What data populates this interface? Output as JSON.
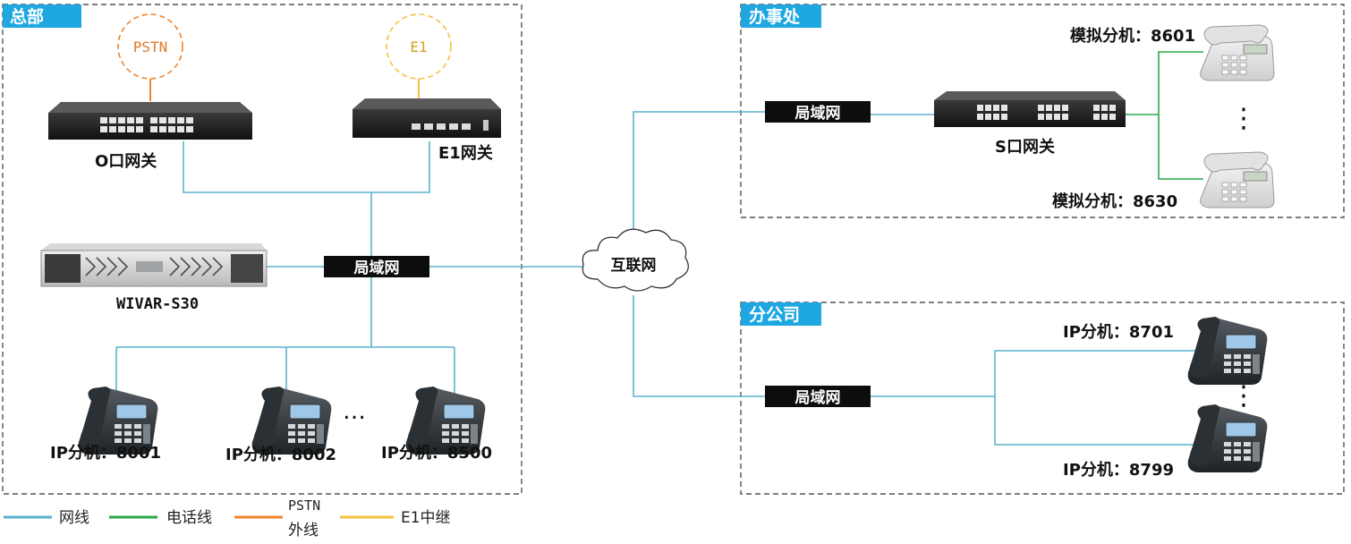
{
  "regions": {
    "hq": {
      "label": "总部"
    },
    "office": {
      "label": "办事处"
    },
    "branch": {
      "label": "分公司"
    }
  },
  "hq": {
    "pstn_circle": "PSTN",
    "e1_circle": "E1",
    "o_gateway": "O口网关",
    "e1_gateway": "E1网关",
    "server": "WIVAR-S30",
    "lan": "局域网",
    "ellipsis": "…",
    "phones": [
      "IP分机：8001",
      "IP分机：8002",
      "IP分机：8500"
    ]
  },
  "internet": {
    "label": "互联网"
  },
  "office": {
    "lan": "局域网",
    "gateway": "S口网关",
    "ellipsis": "⋮",
    "phones": [
      "模拟分机：8601",
      "模拟分机：8630"
    ]
  },
  "branch": {
    "lan": "局域网",
    "ellipsis": "⋮",
    "phones": [
      "IP分机：8701",
      "IP分机：8799"
    ]
  },
  "legend": {
    "network": "网线",
    "phone": "电话线",
    "pstn_line1": "PSTN",
    "pstn_line2": "外线",
    "e1": "E1中继"
  },
  "colors": {
    "network": "#5ab4cf",
    "phone": "#2aa84a",
    "pstn": "#f0842c",
    "e1": "#f5c242",
    "tag_bg": "#1ea7e1",
    "lan_bg": "#0d0d0d"
  }
}
